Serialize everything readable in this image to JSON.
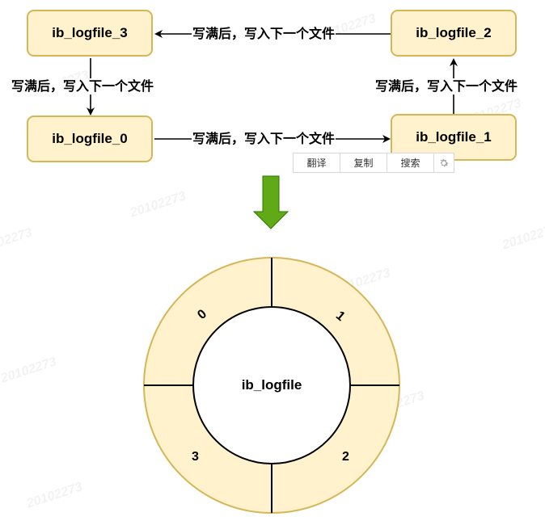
{
  "diagram": {
    "boxes": [
      {
        "id": "box3",
        "label": "ib_logfile_3"
      },
      {
        "id": "box2",
        "label": "ib_logfile_2"
      },
      {
        "id": "box0",
        "label": "ib_logfile_0"
      },
      {
        "id": "box1",
        "label": "ib_logfile_1"
      }
    ],
    "edges": [
      {
        "from": "ib_logfile_0",
        "to": "ib_logfile_1",
        "label": "写满后，写入下一个文件"
      },
      {
        "from": "ib_logfile_1",
        "to": "ib_logfile_2",
        "label": "写满后，写入下一个文件"
      },
      {
        "from": "ib_logfile_2",
        "to": "ib_logfile_3",
        "label": "写满后，写入下一个文件"
      },
      {
        "from": "ib_logfile_3",
        "to": "ib_logfile_0",
        "label": "写满后，写入下一个文件"
      }
    ],
    "transition_arrow_color": "#60a917",
    "ring": {
      "center_label": "ib_logfile",
      "segments": [
        {
          "label": "0",
          "position": "top-left"
        },
        {
          "label": "1",
          "position": "top-right"
        },
        {
          "label": "2",
          "position": "bottom-right"
        },
        {
          "label": "3",
          "position": "bottom-left"
        }
      ],
      "fill_color": "#fff2cc",
      "stroke_color": "#d6b656"
    }
  },
  "context_popup": {
    "buttons": [
      {
        "label": "翻译"
      },
      {
        "label": "复制"
      },
      {
        "label": "搜索"
      },
      {
        "label": "",
        "icon": "gear-icon"
      }
    ]
  },
  "watermark": "20102273"
}
